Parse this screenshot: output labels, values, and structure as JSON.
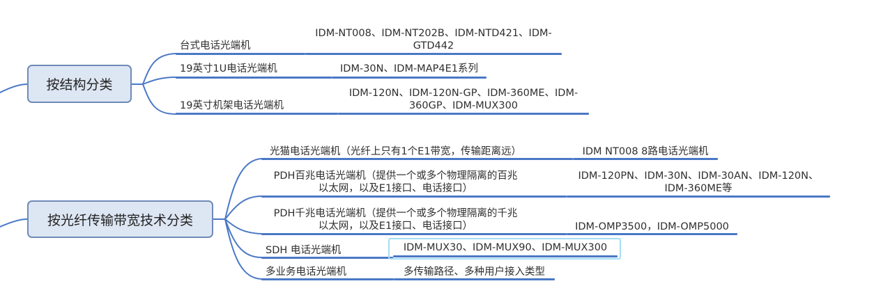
{
  "groups": [
    {
      "title": "按结构分类",
      "branches": [
        {
          "label": "台式电话光端机",
          "leaf": [
            "IDM-NT008、IDM-NT202B、IDM-NTD421、IDM-",
            "GTD442"
          ]
        },
        {
          "label": "19英寸1U电话光端机",
          "leaf": [
            "IDM-30N、IDM-MAP4E1系列"
          ]
        },
        {
          "label": "19英寸机架电话光端机",
          "leaf": [
            "IDM-120N、IDM-120N-GP、IDM-360ME、IDM-",
            "360GP、IDM-MUX300"
          ]
        }
      ]
    },
    {
      "title": "按光纤传输带宽技术分类",
      "branches": [
        {
          "label": [
            "光猫电话光端机（光纤上只有1个E1带宽，传输距离远）"
          ],
          "leaf": [
            "IDM NT008 8路电话光端机"
          ]
        },
        {
          "label": [
            "PDH百兆电话光端机（提供一个或多个物理隔离的百兆",
            "以太网，以及E1接口、电话接口）"
          ],
          "leaf": [
            "IDM-120PN、IDM-30N、IDM-30AN、IDM-120N、",
            "IDM-360ME等"
          ]
        },
        {
          "label": [
            "PDH千兆电话光端机（提供一个或多个物理隔离的千兆",
            "以太网，以及E1接口、电话接口）"
          ],
          "leaf": [
            "IDM-OMP3500，IDM-OMP5000"
          ]
        },
        {
          "label": [
            "SDH 电话光端机"
          ],
          "leaf": [
            "IDM-MUX30、IDM-MUX90、IDM-MUX300"
          ]
        },
        {
          "label": [
            "多业务电话光端机"
          ],
          "leaf": [
            "多传输路径、多种用户接入类型"
          ]
        }
      ]
    }
  ],
  "colors": {
    "line": "#4a78c6",
    "node_fill": "#dde6f3",
    "node_border": "#6f8ab8",
    "highlight": "#a6def2"
  }
}
